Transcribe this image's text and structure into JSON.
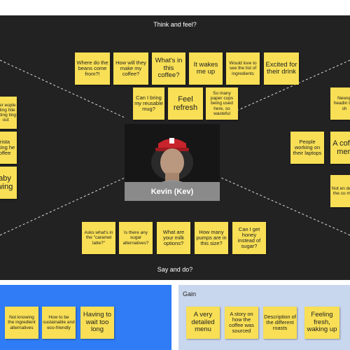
{
  "board": {
    "top_heading": "Think and feel?",
    "bottom_heading": "Say and do?",
    "think_notes": [
      "Where do the beans come from?!",
      "How will they make my coffee?",
      "What's in this coffee?",
      "It wakes me up",
      "Would love to see the list of ingredients",
      "Excited for their drink",
      "Can I bring my reusable mug?",
      "Feel refresh",
      "So many paper cups being used here, so wasteful"
    ],
    "left_notes": [
      "ther eople aiting hile eating ting out",
      "rista aking he offee",
      "aby wing"
    ],
    "right_notes": [
      "Newsp headin the sh",
      "People working on their laptops",
      "A coffe men",
      "Not en detail the co men"
    ],
    "say_notes": [
      "Asks what's in the \"caramel latte?\"",
      "Is there any sugar alternatives?",
      "What are your milk options?",
      "How many pumps are in this size?",
      "Can I get honey instead of sugar?"
    ],
    "persona": {
      "name": "Kevin (Kev)"
    }
  },
  "pain": {
    "title": "",
    "notes": [
      "Not knowing the ingredient alternatives",
      "How to be sustainable and eco-friendly",
      "Having to wait too long"
    ]
  },
  "gain": {
    "title": "Gain",
    "notes": [
      "A very detailed menu",
      "A story on how the coffee was sourced",
      "Description of the different roasts",
      "Feeling fresh, waking up"
    ]
  },
  "colors": {
    "board": "#222222",
    "sticky": "#f8df55",
    "pain_panel": "#2f7cf6",
    "gain_panel": "#c9d7ee"
  }
}
